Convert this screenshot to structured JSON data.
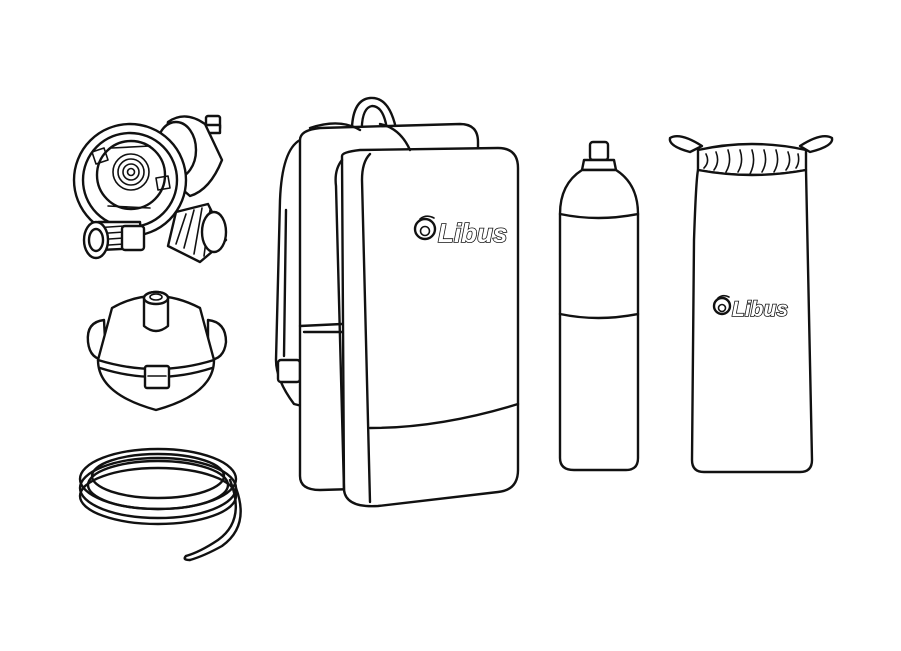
{
  "brand": {
    "name": "Libus",
    "line_color": "#111111",
    "background": "#ffffff"
  },
  "items": [
    {
      "id": "regulator",
      "icon": "oxygen-regulator-icon"
    },
    {
      "id": "mask",
      "icon": "oxygen-mask-icon"
    },
    {
      "id": "tubing",
      "icon": "coiled-tube-icon"
    },
    {
      "id": "backpack",
      "icon": "backpack-icon",
      "logo": "Libus"
    },
    {
      "id": "cylinder",
      "icon": "oxygen-cylinder-icon"
    },
    {
      "id": "drawstring-bag",
      "icon": "drawstring-bag-icon",
      "logo": "Libus"
    }
  ]
}
